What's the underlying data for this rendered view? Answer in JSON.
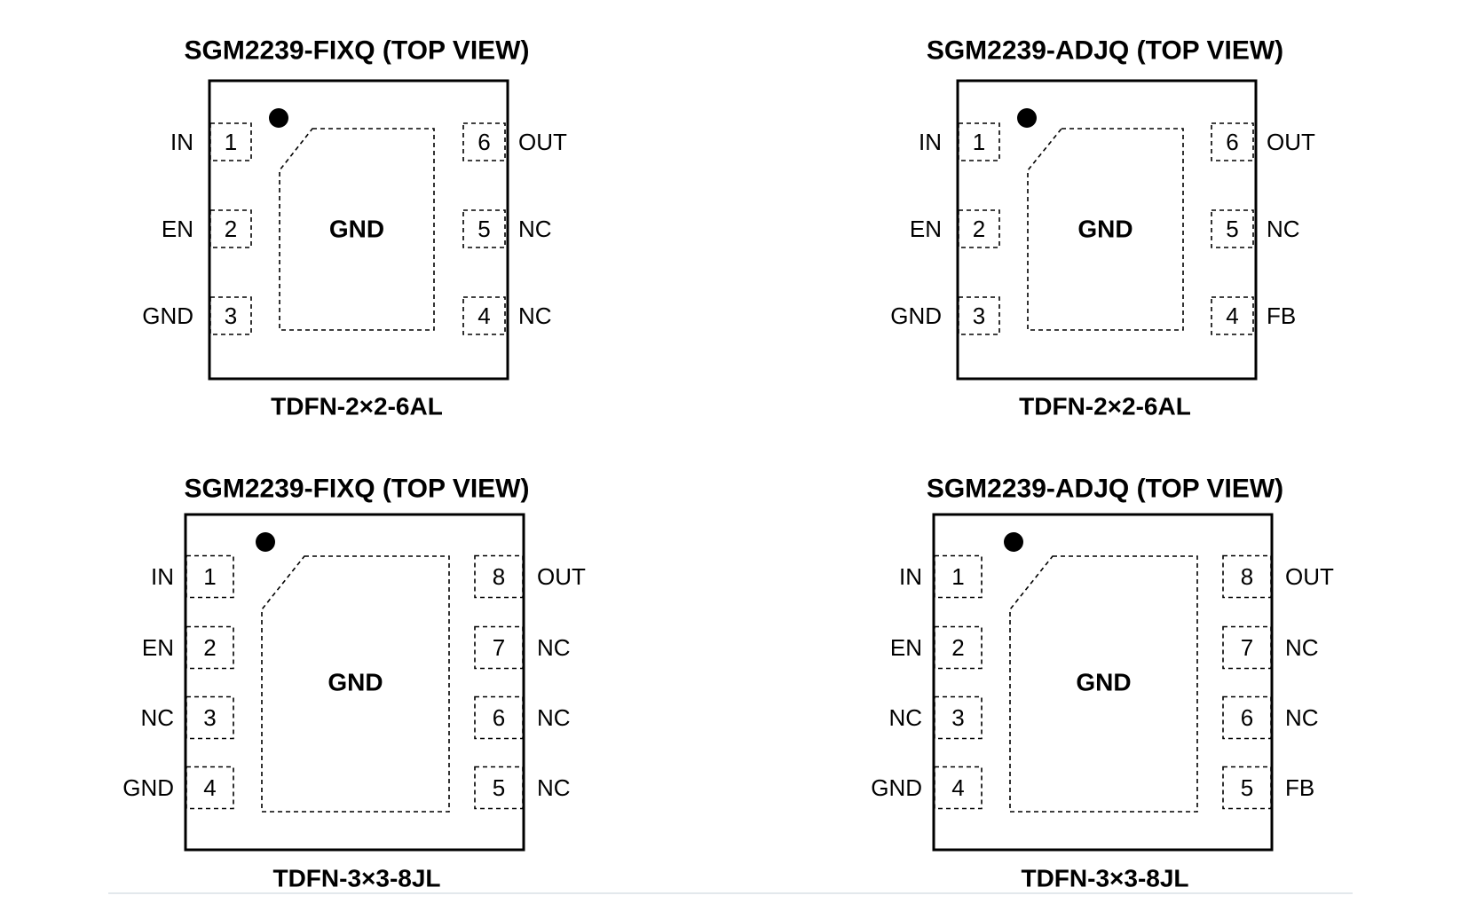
{
  "diagrams": [
    {
      "title": "SGM2239-FIXQ (TOP VIEW)",
      "package": "TDFN-2×2-6AL",
      "pad_label": "GND",
      "left_pins": [
        {
          "num": "1",
          "label": "IN"
        },
        {
          "num": "2",
          "label": "EN"
        },
        {
          "num": "3",
          "label": "GND"
        }
      ],
      "right_pins": [
        {
          "num": "6",
          "label": "OUT"
        },
        {
          "num": "5",
          "label": "NC"
        },
        {
          "num": "4",
          "label": "NC"
        }
      ]
    },
    {
      "title": "SGM2239-ADJQ (TOP VIEW)",
      "package": "TDFN-2×2-6AL",
      "pad_label": "GND",
      "left_pins": [
        {
          "num": "1",
          "label": "IN"
        },
        {
          "num": "2",
          "label": "EN"
        },
        {
          "num": "3",
          "label": "GND"
        }
      ],
      "right_pins": [
        {
          "num": "6",
          "label": "OUT"
        },
        {
          "num": "5",
          "label": "NC"
        },
        {
          "num": "4",
          "label": "FB"
        }
      ]
    },
    {
      "title": "SGM2239-FIXQ (TOP VIEW)",
      "package": "TDFN-3×3-8JL",
      "pad_label": "GND",
      "left_pins": [
        {
          "num": "1",
          "label": "IN"
        },
        {
          "num": "2",
          "label": "EN"
        },
        {
          "num": "3",
          "label": "NC"
        },
        {
          "num": "4",
          "label": "GND"
        }
      ],
      "right_pins": [
        {
          "num": "8",
          "label": "OUT"
        },
        {
          "num": "7",
          "label": "NC"
        },
        {
          "num": "6",
          "label": "NC"
        },
        {
          "num": "5",
          "label": "NC"
        }
      ]
    },
    {
      "title": "SGM2239-ADJQ (TOP VIEW)",
      "package": "TDFN-3×3-8JL",
      "pad_label": "GND",
      "left_pins": [
        {
          "num": "1",
          "label": "IN"
        },
        {
          "num": "2",
          "label": "EN"
        },
        {
          "num": "3",
          "label": "NC"
        },
        {
          "num": "4",
          "label": "GND"
        }
      ],
      "right_pins": [
        {
          "num": "8",
          "label": "OUT"
        },
        {
          "num": "7",
          "label": "NC"
        },
        {
          "num": "6",
          "label": "NC"
        },
        {
          "num": "5",
          "label": "FB"
        }
      ]
    }
  ]
}
